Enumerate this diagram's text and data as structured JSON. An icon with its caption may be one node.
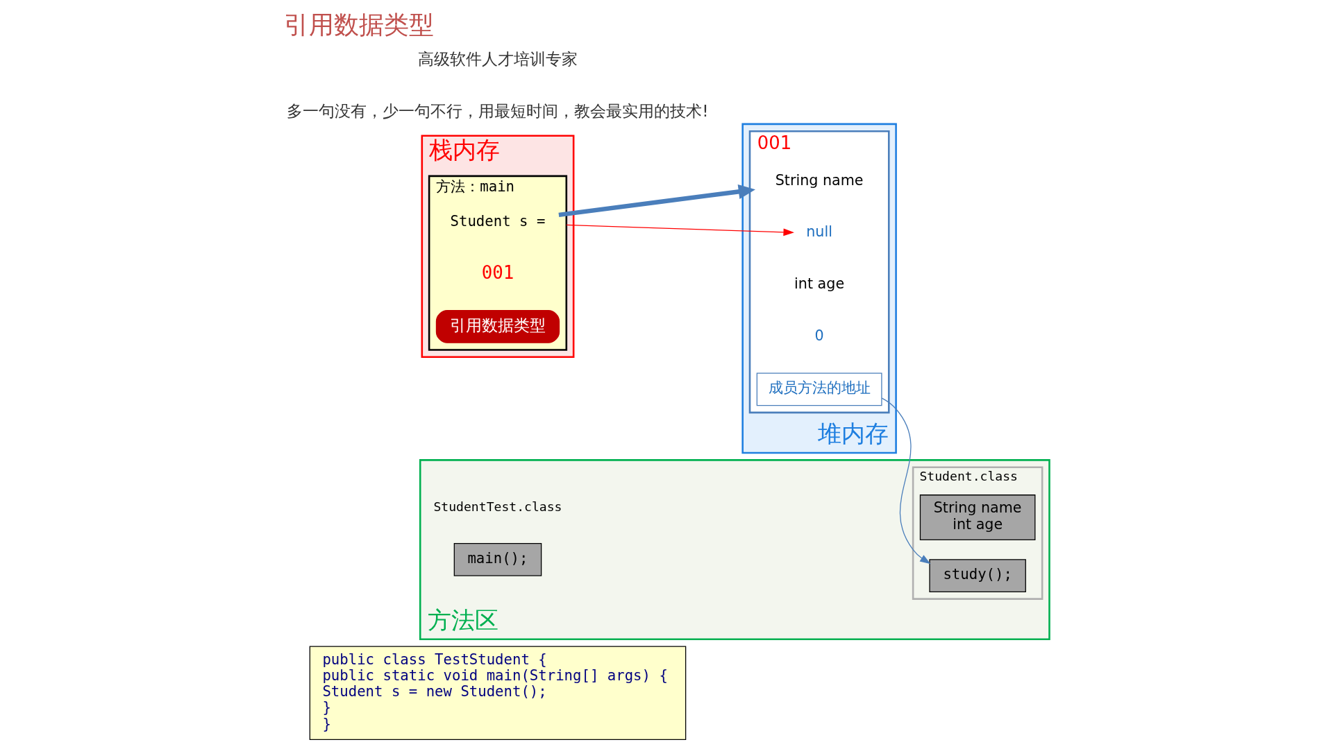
{
  "diagram": {
    "title": "引用数据类型",
    "nodes": [
      {
        "text": [
          "public class TestStudent {",
          "public static void main(String[] args) {",
          "Student s = new Student();",
          "}",
          "}"
        ]
      },
      {
        "text": [
          "栈内存"
        ]
      },
      {
        "text": [
          "方法：main"
        ],
        "in": 1
      },
      {
        "text": [
          "Student s ="
        ],
        "beside": [
          "001"
        ],
        "in": 2
      },
      {
        "text": [
          "引用数据类型"
        ],
        "in": 2
      },
      {
        "text": [
          "堆内存"
        ]
      },
      {
        "text": [],
        "shape": "box",
        "beside": [
          "001"
        ],
        "in": 5
      },
      {
        "text": [
          "String name"
        ],
        "in": 6
      },
      {
        "text": [
          "null"
        ],
        "in": 6
      },
      {
        "text": [
          "int age"
        ],
        "in": 6
      },
      {
        "text": [
          "0"
        ],
        "in": 6
      },
      {
        "text": [
          "成员方法的地址"
        ],
        "in": 6
      },
      {
        "text": [
          "方法区"
        ]
      },
      {
        "text": [
          "main();"
        ],
        "beside": [
          "StudentTest.class"
        ],
        "in": 12
      },
      {
        "text": [],
        "shape": "box",
        "beside": [
          "Student.class"
        ],
        "in": 12
      },
      {
        "text": [
          "String name",
          "int age"
        ],
        "in": 14
      },
      {
        "text": [
          "study();"
        ],
        "in": 14
      }
    ],
    "edges": [
      {
        "from": 3,
        "to": 6,
        "arrow": "to",
        "color": "#4a7ebb",
        "style": "thick"
      },
      {
        "from": 2,
        "to": 8,
        "arrow": "to",
        "color": "#ff0000"
      },
      {
        "from": 11,
        "to": 16,
        "arrow": "to",
        "color": "#4a7ebb"
      }
    ],
    "labels": [
      "多一句没有，少一句不行，用最短时间，教会最实用的技术!",
      "高级软件人才培训专家"
    ]
  }
}
